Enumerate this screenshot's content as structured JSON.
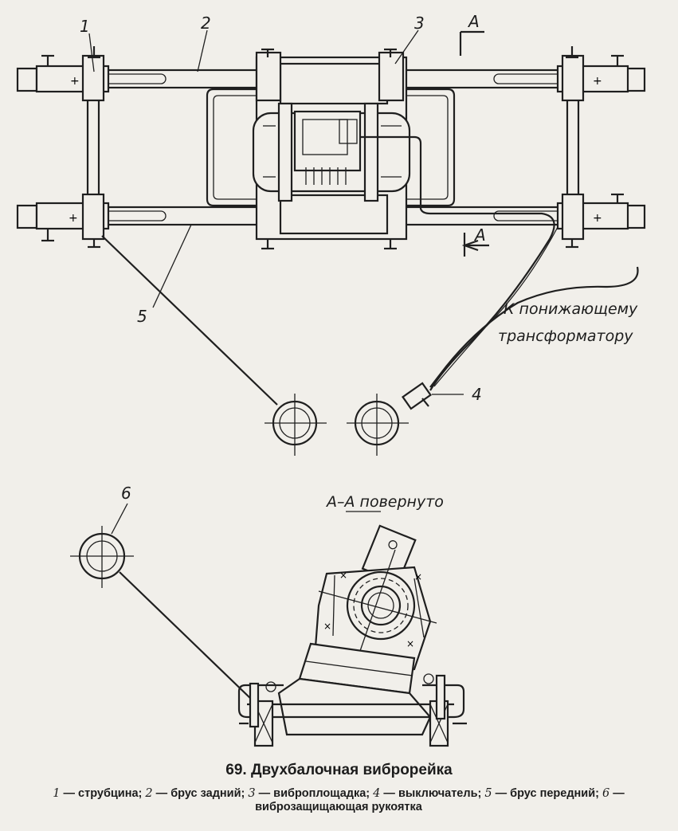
{
  "labels": {
    "n1": "1",
    "n2": "2",
    "n3": "3",
    "n4": "4",
    "n5": "5",
    "n6": "6",
    "section_mark": "А",
    "section_mark_bottom": "А",
    "transformer_line1": "К понижающему",
    "transformer_line2": "трансформатору",
    "section_title": "А–А повернуто"
  },
  "caption": "69. Двухбалочная виброрейка",
  "legend": [
    {
      "num": "1",
      "text": "— струбцина;"
    },
    {
      "num": "2",
      "text": "— брус задний;"
    },
    {
      "num": "3",
      "text": "— виброплощадка;"
    },
    {
      "num": "4",
      "text": "— выключатель;"
    },
    {
      "num": "5",
      "text": "— брус передний;"
    },
    {
      "num": "6",
      "text": "— виброзащищающая рукоятка"
    }
  ]
}
